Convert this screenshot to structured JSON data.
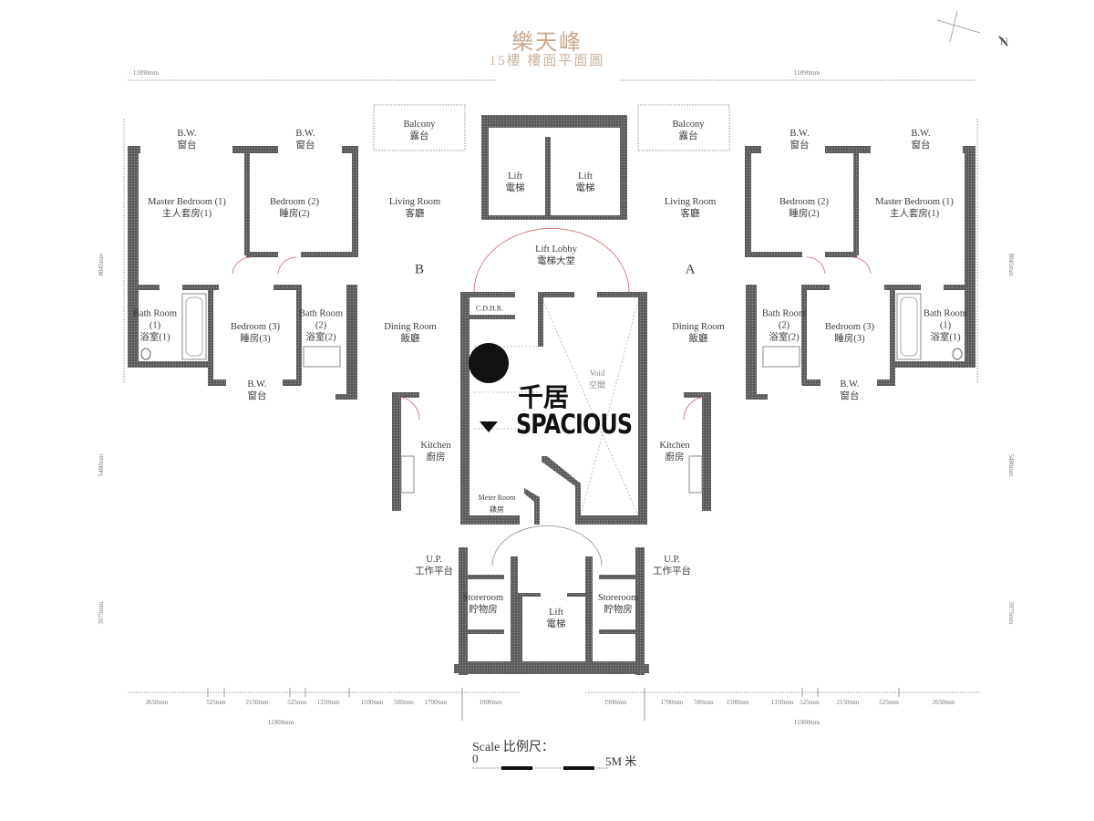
{
  "header": {
    "title": "樂天峰",
    "subtitle": "15樓 樓面平面圖",
    "north_label": "N"
  },
  "units": {
    "left": "B",
    "right": "A"
  },
  "rooms": {
    "left": {
      "bw1": {
        "en": "B.W.",
        "zh": "窗台"
      },
      "bw2": {
        "en": "B.W.",
        "zh": "窗台"
      },
      "balcony": {
        "en": "Balcony",
        "zh": "露台"
      },
      "master": {
        "en": "Master Bedroom (1)",
        "zh": "主人套房(1)"
      },
      "bed2": {
        "en": "Bedroom (2)",
        "zh": "睡房(2)"
      },
      "living": {
        "en": "Living Room",
        "zh": "客廳"
      },
      "bath1": {
        "en": "Bath Room (1)",
        "zh": "浴室(1)"
      },
      "bed3": {
        "en": "Bedroom (3)",
        "zh": "睡房(3)"
      },
      "bath2": {
        "en": "Bath Room (2)",
        "zh": "浴室(2)"
      },
      "dining": {
        "en": "Dining Room",
        "zh": "飯廳"
      },
      "bw3": {
        "en": "B.W.",
        "zh": "窗台"
      },
      "kitchen": {
        "en": "Kitchen",
        "zh": "廚房"
      },
      "up": {
        "en": "U.P.",
        "zh": "工作平台"
      },
      "store": {
        "en": "Storeroom",
        "zh": "貯物房"
      }
    },
    "right": {
      "bw1": {
        "en": "B.W.",
        "zh": "窗台"
      },
      "bw2": {
        "en": "B.W.",
        "zh": "窗台"
      },
      "balcony": {
        "en": "Balcony",
        "zh": "露台"
      },
      "master": {
        "en": "Master Bedroom (1)",
        "zh": "主人套房(1)"
      },
      "bed2": {
        "en": "Bedroom (2)",
        "zh": "睡房(2)"
      },
      "living": {
        "en": "Living Room",
        "zh": "客廳"
      },
      "bath1": {
        "en": "Bath Room (1)",
        "zh": "浴室(1)"
      },
      "bed3": {
        "en": "Bedroom (3)",
        "zh": "睡房(3)"
      },
      "bath2": {
        "en": "Bath Room (2)",
        "zh": "浴室(2)"
      },
      "dining": {
        "en": "Dining Room",
        "zh": "飯廳"
      },
      "bw3": {
        "en": "B.W.",
        "zh": "窗台"
      },
      "kitchen": {
        "en": "Kitchen",
        "zh": "廚房"
      },
      "up": {
        "en": "U.P.",
        "zh": "工作平台"
      },
      "store": {
        "en": "Storeroom",
        "zh": "貯物房"
      }
    },
    "core": {
      "lift1": {
        "en": "Lift",
        "zh": "電梯"
      },
      "lift2": {
        "en": "Lift",
        "zh": "電梯"
      },
      "lobby": {
        "en": "Lift Lobby",
        "zh": "電梯大堂"
      },
      "cdhr": {
        "en": "C.D.H.R."
      },
      "void": {
        "en": "Void",
        "zh": "空間"
      },
      "meter": {
        "en": "Meter Room",
        "zh": "錶房"
      },
      "service_lift": {
        "en": "Lift",
        "zh": "電梯"
      }
    }
  },
  "dimensions": {
    "top_left": "11890mm",
    "top_right": "11890mm",
    "bottom_left": [
      "2650mm",
      "525mm",
      "2150mm",
      "525mm",
      "1350mm",
      "1500mm",
      "500mm",
      "1700mm",
      "1900mm"
    ],
    "bottom_right": [
      "1900mm",
      "1700mm",
      "500mm",
      "1500mm",
      "1350mm",
      "525mm",
      "2150mm",
      "525mm",
      "2650mm"
    ],
    "bottom_left_total": "11900mm",
    "bottom_right_total": "11900mm",
    "left_side": [
      "8045mm",
      "5480mm",
      "3975mm"
    ],
    "right_side": [
      "8045mm",
      "5480mm",
      "3975mm"
    ]
  },
  "logo": {
    "zh": "千居",
    "en": "SPACIOUS"
  },
  "scale": {
    "title": "Scale 比例尺：",
    "start": "0",
    "end": "5M 米"
  },
  "colors": {
    "wall": "#5c5c5c",
    "title": "#c9a78a",
    "grid_line": "#b0b0b0",
    "accent_red": "#d05050"
  }
}
